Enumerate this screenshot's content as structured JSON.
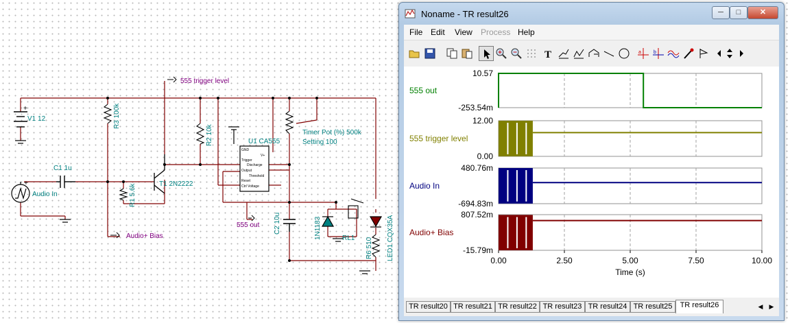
{
  "schematic": {
    "labels": {
      "v1": "V1 12",
      "trigger_probe": "555 trigger level",
      "r3": "R3 100k",
      "r2": "R2 10k",
      "u1": "U1 CA555",
      "pot": "Timer Pot (%) 500k",
      "pot_setting": "Setting 100",
      "c1": "C1 1u",
      "audio_in": "Audio In",
      "r1": "R1 5.6k",
      "t1": "T1 2N2222",
      "out_probe": "555 out",
      "c2": "C2 10u",
      "d": "1N1183",
      "rl1": "RL1",
      "r6": "R6 510",
      "led": "LED1 CQX35A",
      "bias_probe": "Audio+ Bias",
      "plus": "+",
      "pin_gnd": "GND",
      "pin_v": "V+",
      "pin_trigger": "Trigger",
      "pin_discharge": "Discharge",
      "pin_output": "Output",
      "pin_threshold": "Threshold",
      "pin_reset": "Reset",
      "pin_ctrl": "Ctrl Voltage"
    }
  },
  "window": {
    "title": "Noname - TR result26",
    "buttons": {
      "minimize": "─",
      "maximize": "□",
      "close": "✕"
    },
    "menu": [
      "File",
      "Edit",
      "View",
      "Process",
      "Help"
    ],
    "disabled_menu": [
      "Process"
    ],
    "toolbar_icons": [
      "open-icon",
      "save-icon",
      "copy-icon",
      "paste-icon",
      "pointer-icon",
      "zoom-in-icon",
      "zoom-out-icon",
      "grid-icon",
      "text-icon",
      "cursor-a-icon",
      "cursor-b-icon",
      "step-icon",
      "line-icon",
      "circle-icon",
      "marker-a-icon",
      "marker-b-icon",
      "wave-icon",
      "probe-icon",
      "flag-icon",
      "nav-left-icon",
      "nav-updown-icon",
      "nav-right-icon"
    ],
    "tabs": [
      "TR result20",
      "TR result21",
      "TR result22",
      "TR result23",
      "TR result24",
      "TR result25",
      "TR result26"
    ],
    "active_tab": "TR result26"
  },
  "chart_data": {
    "type": "line",
    "xlabel": "Time (s)",
    "xlim": [
      0,
      10
    ],
    "x_ticks": [
      "0.00",
      "2.50",
      "5.00",
      "7.50",
      "10.00"
    ],
    "grid": "vertical dashed",
    "traces": [
      {
        "name": "555 out",
        "color": "#008000",
        "ymax_label": "10.57",
        "ymin_label": "-253.54m",
        "ylim": [
          -0.25354,
          10.57
        ],
        "points": [
          [
            0,
            -0.25354
          ],
          [
            0,
            10.57
          ],
          [
            5.5,
            10.57
          ],
          [
            5.5,
            -0.25354
          ],
          [
            10,
            -0.25354
          ]
        ]
      },
      {
        "name": "555 trigger level",
        "color": "#808000",
        "ymax_label": "12.00",
        "ymin_label": "0.00",
        "ylim": [
          0,
          12
        ],
        "burst": {
          "start": 0,
          "end": 1.3,
          "low": 0,
          "high": 12,
          "gaps": [
            0.35,
            0.7,
            1.05
          ]
        },
        "steady": 8
      },
      {
        "name": "Audio In",
        "color": "#000080",
        "ymax_label": "480.76m",
        "ymin_label": "-694.83m",
        "ylim": [
          -0.69483,
          0.48076
        ],
        "burst": {
          "start": 0,
          "end": 1.3,
          "low": -0.69,
          "high": 0.48,
          "gaps": [
            0.35,
            0.7,
            1.05
          ]
        },
        "steady": 0
      },
      {
        "name": "Audio+ Bias",
        "color": "#800000",
        "ymax_label": "807.52m",
        "ymin_label": "-15.79m",
        "ylim": [
          -0.01579,
          0.80752
        ],
        "burst": {
          "start": 0,
          "end": 1.3,
          "low": -0.015,
          "high": 0.8,
          "gaps": [
            0.35,
            0.7,
            1.05
          ]
        },
        "steady": 0.67
      }
    ]
  }
}
